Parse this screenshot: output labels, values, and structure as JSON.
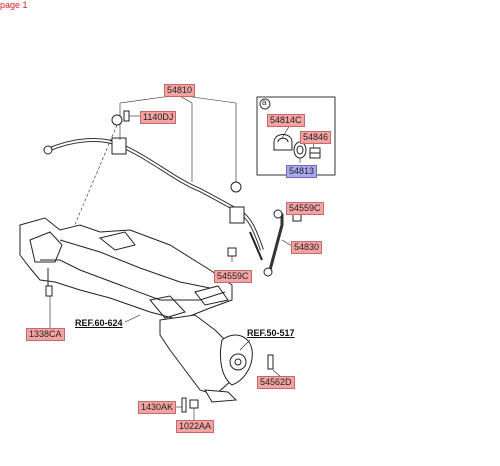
{
  "page": {
    "label": "page 1"
  },
  "inset": {
    "letter": "a"
  },
  "parts": {
    "p54810": "54810",
    "p1140DJ": "1140DJ",
    "p54814C": "54814C",
    "p54846": "54846",
    "p54813": "54813",
    "p54559C_top": "54559C",
    "p54830": "54830",
    "p54559C_bottom": "54559C",
    "p1338CA": "1338CA",
    "p54562D": "54562D",
    "p1430AK": "1430AK",
    "p1022AA": "1022AA"
  },
  "refs": {
    "ref60": "REF.60-624",
    "ref50": "REF.50-517"
  },
  "colors": {
    "label_fill": "#f4a3a3",
    "label_selected_fill": "#a9a9f0",
    "page_label": "#d01c1c"
  }
}
